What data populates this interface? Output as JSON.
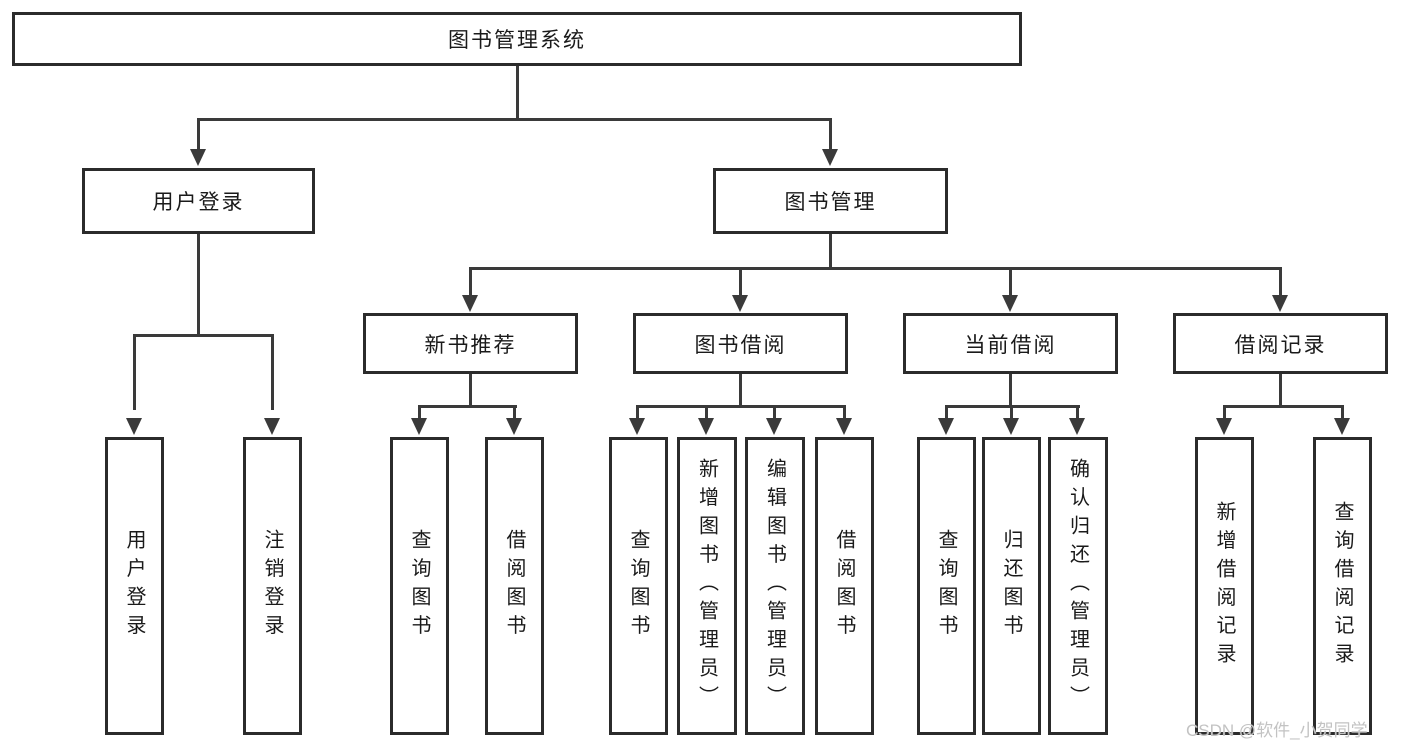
{
  "diagram": {
    "root": {
      "label": "图书管理系统"
    },
    "level2": [
      {
        "label": "用户登录"
      },
      {
        "label": "图书管理"
      }
    ],
    "level3": [
      {
        "label": "新书推荐"
      },
      {
        "label": "图书借阅"
      },
      {
        "label": "当前借阅"
      },
      {
        "label": "借阅记录"
      }
    ],
    "leaves": [
      {
        "label": "用户登录"
      },
      {
        "label": "注销登录"
      },
      {
        "label": "查询图书"
      },
      {
        "label": "借阅图书"
      },
      {
        "label": "查询图书"
      },
      {
        "label": "新增图书（管理员）"
      },
      {
        "label": "编辑图书（管理员）"
      },
      {
        "label": "借阅图书"
      },
      {
        "label": "查询图书"
      },
      {
        "label": "归还图书"
      },
      {
        "label": "确认归还（管理员）"
      },
      {
        "label": "新增借阅记录"
      },
      {
        "label": "查询借阅记录"
      }
    ]
  },
  "watermark": {
    "text": "CSDN @软件_小贺同学"
  },
  "colors": {
    "line": "#3a3a3a",
    "box_border": "#2b2b2b",
    "text": "#1a1a1a",
    "watermark": "#c3c3c3",
    "background": "#ffffff"
  }
}
